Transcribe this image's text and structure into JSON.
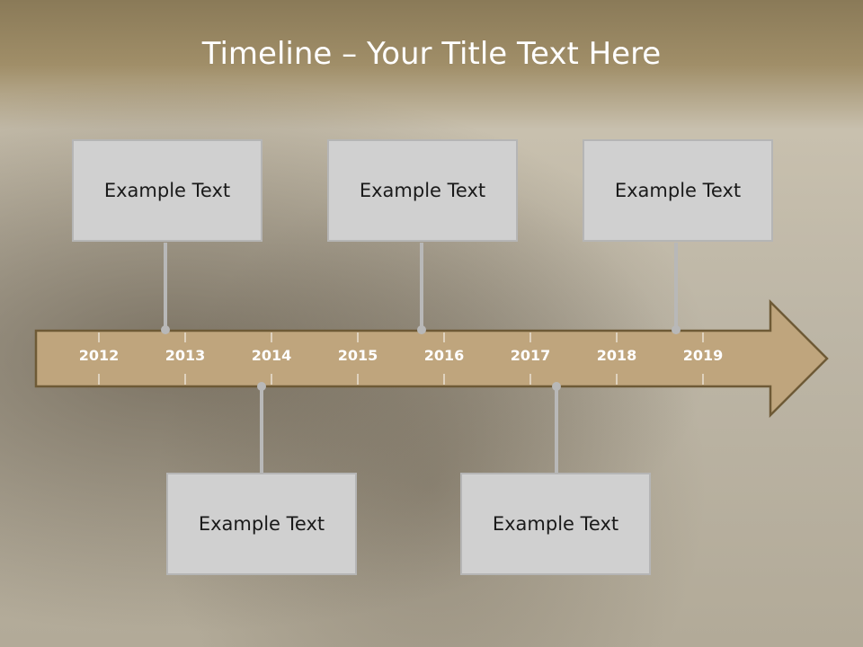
{
  "slide": {
    "title": "Timeline – Your Title Text Here"
  },
  "colors": {
    "arrow_fill": "#bfa57d",
    "arrow_stroke": "#6e5a36",
    "card_fill": "#d0d0d0",
    "card_border": "#b5b5b5",
    "connector": "#b8b8b8",
    "year_text": "#ffffff"
  },
  "timeline": {
    "years": [
      "2012",
      "2013",
      "2014",
      "2015",
      "2016",
      "2017",
      "2018",
      "2019"
    ]
  },
  "events": {
    "top": [
      {
        "text": "Example Text"
      },
      {
        "text": "Example Text"
      },
      {
        "text": "Example Text"
      }
    ],
    "bottom": [
      {
        "text": "Example Text"
      },
      {
        "text": "Example Text"
      }
    ]
  }
}
